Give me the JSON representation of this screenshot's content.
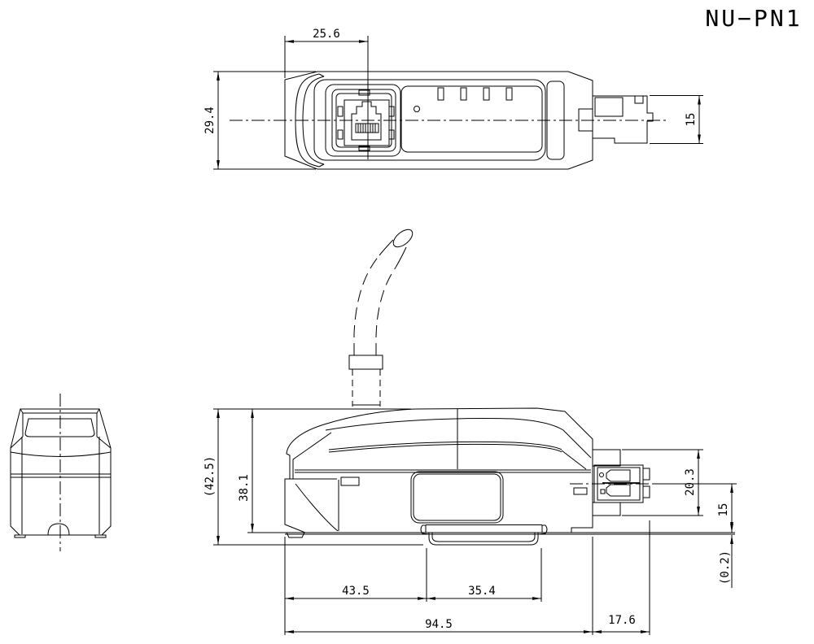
{
  "title": "NU−PN1",
  "dimensions": {
    "top_view": {
      "rj45_center_offset": "25.6",
      "body_width": "29.4",
      "io_connector_width": "15"
    },
    "side_view": {
      "overall_height": "(42.5)",
      "body_height": "38.1",
      "io_connector_height": "20.3",
      "connector_center_to_rail": "15",
      "rail_clearance": "(0.2)",
      "front_to_din_clip": "43.5",
      "din_clip_length": "35.4",
      "body_length": "94.5",
      "io_connector_length": "17.6"
    }
  }
}
